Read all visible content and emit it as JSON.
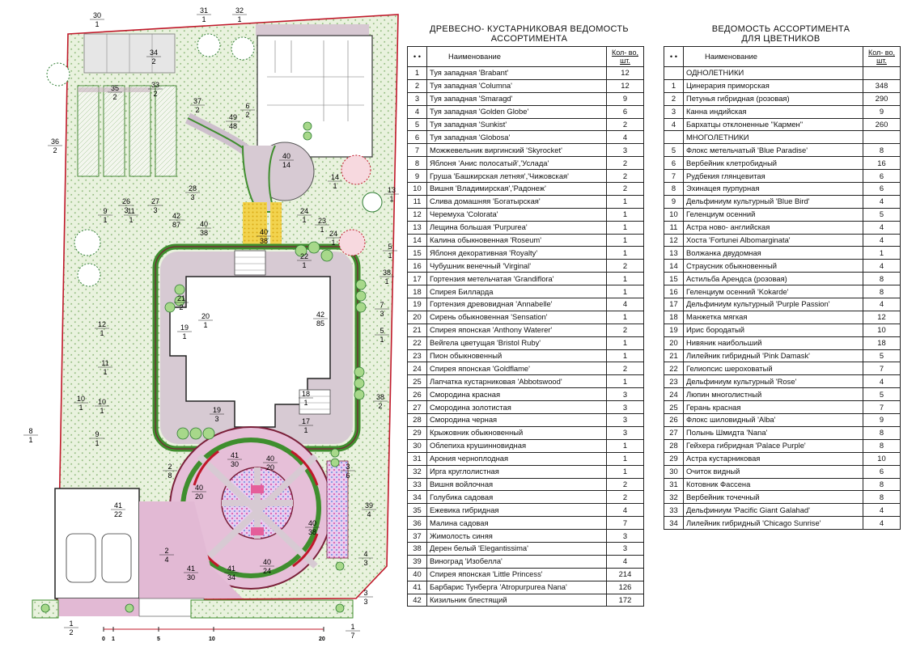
{
  "tree_table": {
    "title": "ДРЕВЕСНО- КУСТАРНИКОВАЯ ВЕДОМОСТЬ\nАССОРТИМЕНТА",
    "head_num": "• •",
    "head_name": "Наименование",
    "head_qty": "Кол- во, шт.",
    "rows": [
      [
        "1",
        "Туя западная 'Brabant'",
        "12"
      ],
      [
        "2",
        "Туя западная 'Columna'",
        "12"
      ],
      [
        "3",
        "Туя западная 'Smaragd'",
        "9"
      ],
      [
        "4",
        "Туя западная 'Golden Globe'",
        "6"
      ],
      [
        "5",
        "Туя западная 'Sunkist'",
        "2"
      ],
      [
        "6",
        "Туя западная 'Globosa'",
        "4"
      ],
      [
        "7",
        "Можжевельник виргинский 'Skyrocket'",
        "3"
      ],
      [
        "8",
        "Яблоня 'Анис полосатый','Услада'",
        "2"
      ],
      [
        "9",
        "Груша 'Башкирская летняя','Чижовская'",
        "2"
      ],
      [
        "10",
        "Вишня 'Владимирская','Радонеж'",
        "2"
      ],
      [
        "11",
        "Слива домашняя 'Богатырская'",
        "1"
      ],
      [
        "12",
        "Черемуха 'Colorata'",
        "1"
      ],
      [
        "13",
        "Лещина большая 'Purpurea'",
        "1"
      ],
      [
        "14",
        "Калина обыкновенная 'Roseum'",
        "1"
      ],
      [
        "15",
        "Яблоня декоративная 'Royalty'",
        "1"
      ],
      [
        "16",
        "Чубушник венечный 'Virginal'",
        "2"
      ],
      [
        "17",
        "Гортензия метельчатая 'Grandiflora'",
        "1"
      ],
      [
        "18",
        "Спирея Билларда",
        "1"
      ],
      [
        "19",
        "Гортензия древовидная 'Annabelle'",
        "4"
      ],
      [
        "20",
        "Сирень обыкновенная 'Sensation'",
        "1"
      ],
      [
        "21",
        "Спирея японская 'Anthony Waterer'",
        "2"
      ],
      [
        "22",
        "Вейгела цветущая 'Bristol Ruby'",
        "1"
      ],
      [
        "23",
        "Пион обыкновенный",
        "1"
      ],
      [
        "24",
        "Спирея японская 'Goldflame'",
        "2"
      ],
      [
        "25",
        "Лапчатка кустарниковая 'Abbotswood'",
        "1"
      ],
      [
        "26",
        "Смородина красная",
        "3"
      ],
      [
        "27",
        "Смородина золотистая",
        "3"
      ],
      [
        "28",
        "Смородина черная",
        "3"
      ],
      [
        "29",
        "Крыжовник обыкновенный",
        "3"
      ],
      [
        "30",
        "Облепиха крушинновидная",
        "1"
      ],
      [
        "31",
        "Арония черноплодная",
        "1"
      ],
      [
        "32",
        "Ирга круглолистная",
        "1"
      ],
      [
        "33",
        "Вишня войлочная",
        "2"
      ],
      [
        "34",
        "Голубика садовая",
        "2"
      ],
      [
        "35",
        "Ежевика гибридная",
        "4"
      ],
      [
        "36",
        "Малина садовая",
        "7"
      ],
      [
        "37",
        "Жимолость синяя",
        "3"
      ],
      [
        "38",
        "Дерен белый 'Elegantissima'",
        "3"
      ],
      [
        "39",
        "Виноград 'Изобелла'",
        "4"
      ],
      [
        "40",
        "Спирея японская 'Little Princess'",
        "214"
      ],
      [
        "41",
        "Барбарис Тунберга 'Atropurpurea Nana'",
        "126"
      ],
      [
        "42",
        "Кизильник блестящий",
        "172"
      ]
    ]
  },
  "flower_table": {
    "title": "ВЕДОМОСТЬ АССОРТИМЕНТА\nДЛЯ ЦВЕТНИКОВ",
    "head_num": "• •",
    "head_name": "Наименование",
    "head_qty": "Кол- во, шт.",
    "section_annual": "ОДНОЛЕТНИКИ",
    "section_perennial": "МНОГОЛЕТНИКИ",
    "annuals": [
      [
        "1",
        "Цинерария приморская",
        "348"
      ],
      [
        "2",
        "Петунья гибридная (розовая)",
        "290"
      ],
      [
        "3",
        "Канна индийская",
        "9"
      ],
      [
        "4",
        "Бархатцы отклоненные \"Кармен\"",
        "260"
      ]
    ],
    "perennials": [
      [
        "5",
        "Флокс метельчатый 'Blue Paradise'",
        "8"
      ],
      [
        "6",
        "Вербейник клетробидный",
        "16"
      ],
      [
        "7",
        "Рудбекия глянцевитая",
        "6"
      ],
      [
        "8",
        "Эхинацея пурпурная",
        "6"
      ],
      [
        "9",
        "Дельфиниум культурный 'Blue Bird'",
        "4"
      ],
      [
        "10",
        "Геленциум осенний",
        "5"
      ],
      [
        "11",
        "Астра ново- английская",
        "4"
      ],
      [
        "12",
        "Хоста 'Fortunei Albomarginata'",
        "4"
      ],
      [
        "13",
        "Волжанка двудомная",
        "1"
      ],
      [
        "14",
        "Страусник обыкновенный",
        "4"
      ],
      [
        "15",
        "Астильба Арендса (розовая)",
        "8"
      ],
      [
        "16",
        "Геленциум осенний 'Kokarde'",
        "8"
      ],
      [
        "17",
        "Дельфиниум культурный 'Purple Passion'",
        "4"
      ],
      [
        "18",
        "Манжетка мягкая",
        "12"
      ],
      [
        "19",
        "Ирис бородатый",
        "10"
      ],
      [
        "20",
        "Нивяник наибольший",
        "18"
      ],
      [
        "21",
        "Лилейник гибридный 'Pink Damask'",
        "5"
      ],
      [
        "22",
        "Гелиопсис шероховатый",
        "7"
      ],
      [
        "23",
        "Дельфиниум культурный 'Rose'",
        "4"
      ],
      [
        "24",
        "Люпин многолистный",
        "5"
      ],
      [
        "25",
        "Герань красная",
        "7"
      ],
      [
        "26",
        "Флокс шиловидный 'Alba'",
        "9"
      ],
      [
        "27",
        "Полынь Шмидта 'Nana'",
        "8"
      ],
      [
        "28",
        "Гейхера гибридная 'Palace Purple'",
        "8"
      ],
      [
        "29",
        "Астра кустарниковая",
        "10"
      ],
      [
        "30",
        "Очиток видный",
        "6"
      ],
      [
        "31",
        "Котовник Фассена",
        "8"
      ],
      [
        "32",
        "Вербейник точечный",
        "8"
      ],
      [
        "33",
        "Дельфиниум 'Pacific Giant Galahad'",
        "4"
      ],
      [
        "34",
        "Лилейник гибридный 'Chicago Sunrise'",
        "4"
      ]
    ]
  },
  "scale": {
    "ticks": [
      "0",
      "1",
      "5",
      "10",
      "20"
    ]
  },
  "callouts": [
    {
      "n": "30",
      "q": "1"
    },
    {
      "n": "31",
      "q": "1"
    },
    {
      "n": "32",
      "q": "1"
    },
    {
      "n": "34",
      "q": "2"
    },
    {
      "n": "35",
      "q": "2"
    },
    {
      "n": "37",
      "q": "2"
    },
    {
      "n": "33",
      "q": "2"
    },
    {
      "n": "6",
      "q": "2"
    },
    {
      "n": "49",
      "q": "48"
    },
    {
      "n": "40",
      "q": "14"
    },
    {
      "n": "14",
      "q": "1"
    },
    {
      "n": "13",
      "q": "1"
    },
    {
      "n": "36",
      "q": "2"
    },
    {
      "n": "28",
      "q": "3"
    },
    {
      "n": "26",
      "q": "3"
    },
    {
      "n": "27",
      "q": "3"
    },
    {
      "n": "9",
      "q": "1"
    },
    {
      "n": "11",
      "q": "1"
    },
    {
      "n": "42",
      "q": "87"
    },
    {
      "n": "40",
      "q": "38"
    },
    {
      "n": "40",
      "q": "38"
    },
    {
      "n": "24",
      "q": "1"
    },
    {
      "n": "23",
      "q": "1"
    },
    {
      "n": "24",
      "q": "1"
    },
    {
      "n": "22",
      "q": "1"
    },
    {
      "n": "5",
      "q": "1"
    },
    {
      "n": "38",
      "q": "1"
    },
    {
      "n": "7",
      "q": "3"
    },
    {
      "n": "5",
      "q": "1"
    },
    {
      "n": "42",
      "q": "85"
    },
    {
      "n": "12",
      "q": "1"
    },
    {
      "n": "10",
      "q": "1"
    },
    {
      "n": "21",
      "q": "2"
    },
    {
      "n": "20",
      "q": "1"
    },
    {
      "n": "19",
      "q": "1"
    },
    {
      "n": "11",
      "q": "1"
    },
    {
      "n": "10",
      "q": "1"
    },
    {
      "n": "9",
      "q": "1"
    },
    {
      "n": "38",
      "q": "2"
    },
    {
      "n": "18",
      "q": "1"
    },
    {
      "n": "17",
      "q": "1"
    },
    {
      "n": "19",
      "q": "3"
    },
    {
      "n": "8",
      "q": "1"
    },
    {
      "n": "41",
      "q": "30"
    },
    {
      "n": "40",
      "q": "20"
    },
    {
      "n": "3",
      "q": "6"
    },
    {
      "n": "2",
      "q": "8"
    },
    {
      "n": "40",
      "q": "20"
    },
    {
      "n": "41",
      "q": "22"
    },
    {
      "n": "39",
      "q": "4"
    },
    {
      "n": "40",
      "q": "38"
    },
    {
      "n": "2",
      "q": "4"
    },
    {
      "n": "4",
      "q": "3"
    },
    {
      "n": "41",
      "q": "30"
    },
    {
      "n": "41",
      "q": "34"
    },
    {
      "n": "40",
      "q": "24"
    },
    {
      "n": "3",
      "q": "3"
    },
    {
      "n": "1",
      "q": "2"
    },
    {
      "n": "1",
      "q": "7"
    }
  ],
  "colors": {
    "lawn": "#e7f1dc",
    "hedge": "#3f8e2e",
    "path": "#d3c4cf",
    "border": "#c0182a",
    "plaza": "#e2b9d4"
  }
}
